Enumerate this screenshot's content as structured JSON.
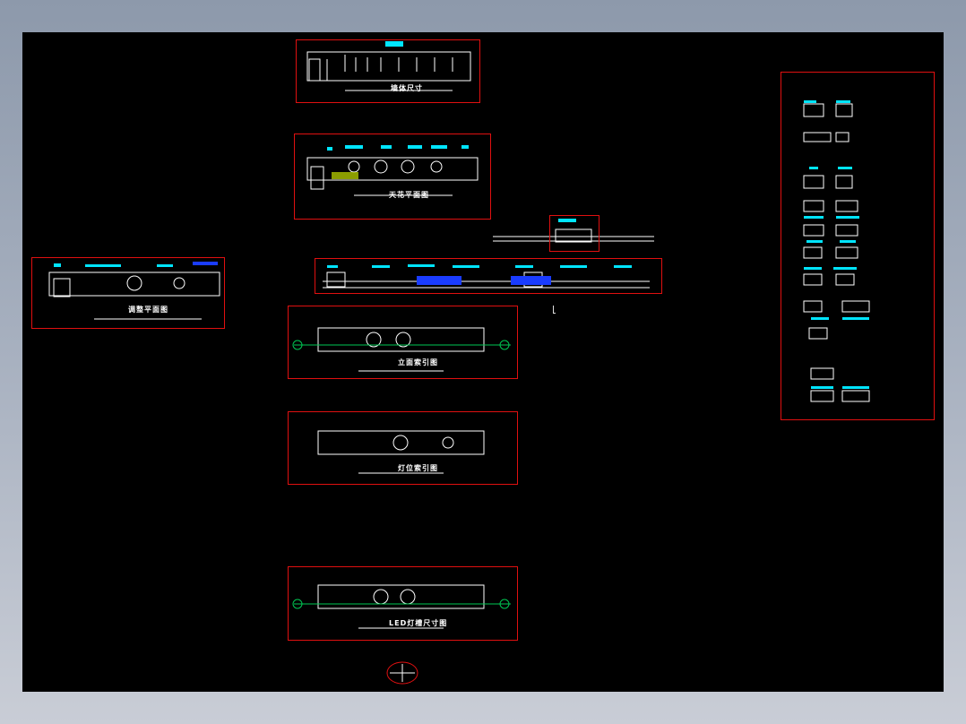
{
  "window": {
    "title": ""
  },
  "colors": {
    "background": "#000000",
    "frame_border": "#e01010",
    "line": "#ffffff",
    "annotation": "#00e5ff",
    "accent_blue": "#1a3cff",
    "accent_green": "#00c853"
  },
  "sheets": [
    {
      "id": "sheet-top-dimension",
      "title": "墙体尺寸"
    },
    {
      "id": "sheet-ceiling-plan",
      "title": "天花平面图"
    },
    {
      "id": "sheet-left-plan",
      "title": "调整平面图"
    },
    {
      "id": "sheet-elevation-strip",
      "title": ""
    },
    {
      "id": "sheet-plan-index",
      "title": "立面索引图"
    },
    {
      "id": "sheet-lighting-index",
      "title": "灯位索引图"
    },
    {
      "id": "sheet-led-dimension",
      "title": "LED灯槽尺寸图"
    },
    {
      "id": "sheet-details",
      "title": ""
    }
  ],
  "status": {
    "cursor_glyph": "L"
  }
}
